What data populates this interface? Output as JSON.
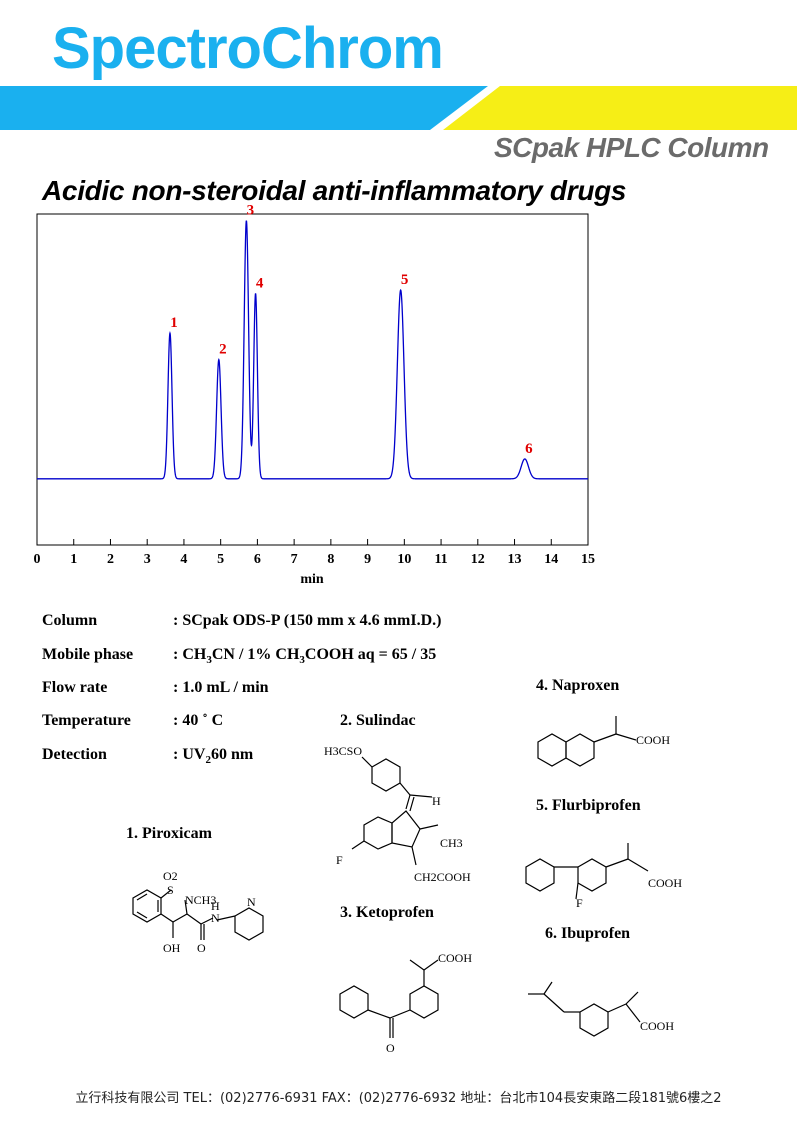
{
  "header": {
    "brand": "SpectroChrom",
    "subtitle": "SCpak HPLC Column",
    "title": "Acidic non-steroidal anti-inflammatory drugs"
  },
  "colors": {
    "brand": "#1ab0ef",
    "band_blue": "#1ab0ef",
    "band_yellow": "#f6ee16",
    "trace": "#0000cc",
    "peak_label": "#e00000"
  },
  "chart_data": {
    "type": "line",
    "title": "",
    "xlabel": "min",
    "ylabel": "",
    "xlim": [
      0,
      15
    ],
    "ylim": [
      0,
      1
    ],
    "x_ticks": [
      0,
      1,
      2,
      3,
      4,
      5,
      6,
      7,
      8,
      9,
      10,
      11,
      12,
      13,
      14,
      15
    ],
    "grid": false,
    "series": [
      {
        "baseline": 0.2,
        "peaks": [
          {
            "label": "1",
            "rt": 3.62,
            "height": 0.64,
            "sigma": 0.055
          },
          {
            "label": "2",
            "rt": 4.95,
            "height": 0.56,
            "sigma": 0.06
          },
          {
            "label": "3",
            "rt": 5.7,
            "height": 0.98,
            "sigma": 0.06
          },
          {
            "label": "4",
            "rt": 5.95,
            "height": 0.76,
            "sigma": 0.05
          },
          {
            "label": "5",
            "rt": 9.9,
            "height": 0.77,
            "sigma": 0.09
          },
          {
            "label": "6",
            "rt": 13.28,
            "height": 0.26,
            "sigma": 0.1
          }
        ]
      }
    ]
  },
  "conditions": [
    {
      "label": "Column",
      "value": ": SCpak ODS-P  (150 mm x 4.6 mmI.D.)"
    },
    {
      "label": "Mobile phase",
      "value": ": CH3CN / 1% CH3COOH aq = 65 / 35"
    },
    {
      "label": "Flow rate",
      "value": ": 1.0 mL / min"
    },
    {
      "label": "Temperature",
      "value": ": 40 ˚ C"
    },
    {
      "label": "Detection",
      "value": ": UV260 nm"
    }
  ],
  "compounds": {
    "c1": "1. Piroxicam",
    "c2": "2. Sulindac",
    "c3": "3. Ketoprofen",
    "c4": "4. Naproxen",
    "c5": "5. Flurbiprofen",
    "c6": "6. Ibuprofen"
  },
  "structure_labels": {
    "piroxicam": {
      "o2": "O2",
      "s": "S",
      "nch3": "NCH3",
      "h": "H",
      "n_amide": "N",
      "n_py": "N",
      "oh": "OH",
      "o": "O"
    },
    "sulindac": {
      "h3cso": "H3CSO",
      "h": "H",
      "ch3": "CH3",
      "f": "F",
      "ch2cooh": "CH2COOH"
    },
    "ketoprofen": {
      "cooh": "COOH",
      "o": "O"
    },
    "naproxen": {
      "cooh": "COOH"
    },
    "flurbiprofen": {
      "cooh": "COOH",
      "f": "F"
    },
    "ibuprofen": {
      "cooh": "COOH"
    }
  },
  "footer": "立行科技有限公司 TEL：(02)2776-6931  FAX：(02)2776-6932   地址：台北市104長安東路二段181號6樓之2"
}
